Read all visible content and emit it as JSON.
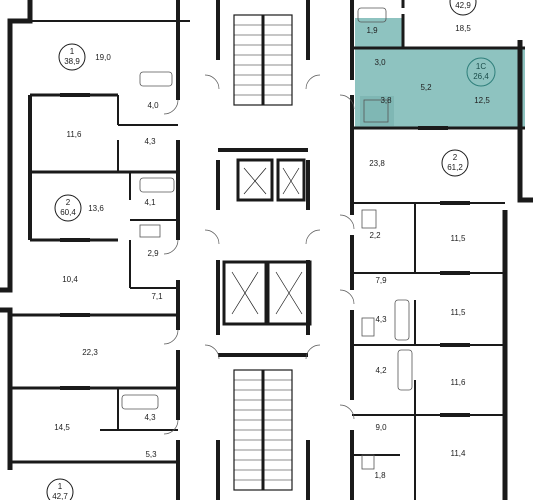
{
  "colors": {
    "wall": "#1a1a1a",
    "thin_line": "#555555",
    "highlight": "#8ec3c0",
    "highlight_dark": "#2f7f7b",
    "badge_text": "#1a1a1a",
    "badge_text_highlight": "#1a4d4a"
  },
  "apartments": [
    {
      "id": "apt-1-top-left",
      "number": "1",
      "area": "38,9"
    },
    {
      "id": "apt-2-left",
      "number": "2",
      "area": "60,4"
    },
    {
      "id": "apt-1-bottom-left",
      "number": "1",
      "area": "42,7"
    },
    {
      "id": "apt-1c-highlight",
      "number": "1С",
      "area": "26,4"
    },
    {
      "id": "apt-2-right",
      "number": "2",
      "area": "61,2"
    },
    {
      "id": "apt-top-right",
      "number": "",
      "area": "42,9"
    }
  ],
  "rooms": {
    "left": [
      "19,0",
      "4,0",
      "11,6",
      "4,3",
      "13,6",
      "4,1",
      "2,9",
      "10,4",
      "7,1",
      "22,3",
      "14,5",
      "4,3",
      "5,3"
    ],
    "right": [
      "18,5",
      "1,9",
      "3,0",
      "5,2",
      "12,5",
      "3,8",
      "23,8",
      "2,2",
      "11,5",
      "7,9",
      "11,5",
      "4,3",
      "4,2",
      "11,6",
      "9,0",
      "11,4",
      "1,8"
    ]
  }
}
